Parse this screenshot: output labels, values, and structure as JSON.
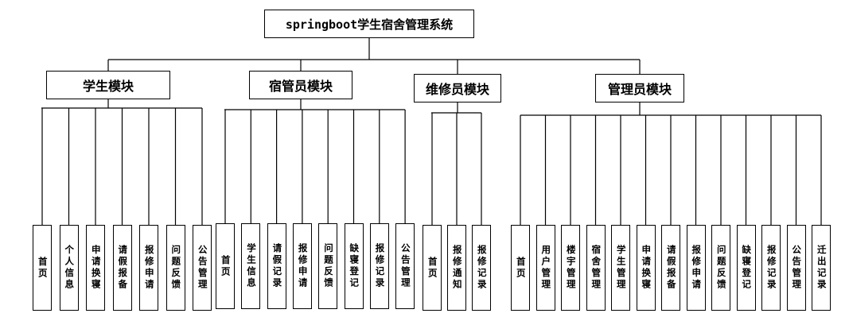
{
  "root": "springboot学生宿舍管理系统",
  "modules": [
    {
      "title": "学生模块",
      "items": [
        "首页",
        "个人信息",
        "申请换寝",
        "请假报备",
        "报修申请",
        "问题反馈",
        "公告管理"
      ]
    },
    {
      "title": "宿管员模块",
      "items": [
        "首页",
        "学生信息",
        "请假记录",
        "报修申请",
        "问题反馈",
        "缺寝登记",
        "报修记录",
        "公告管理"
      ]
    },
    {
      "title": "维修员模块",
      "items": [
        "首页",
        "报修通知",
        "报修记录"
      ]
    },
    {
      "title": "管理员模块",
      "items": [
        "首页",
        "用户管理",
        "楼宇管理",
        "宿舍管理",
        "学生管理",
        "申请换寝",
        "请假报备",
        "报修申请",
        "问题反馈",
        "缺寝登记",
        "报修记录",
        "公告管理",
        "迁出记录"
      ]
    }
  ]
}
